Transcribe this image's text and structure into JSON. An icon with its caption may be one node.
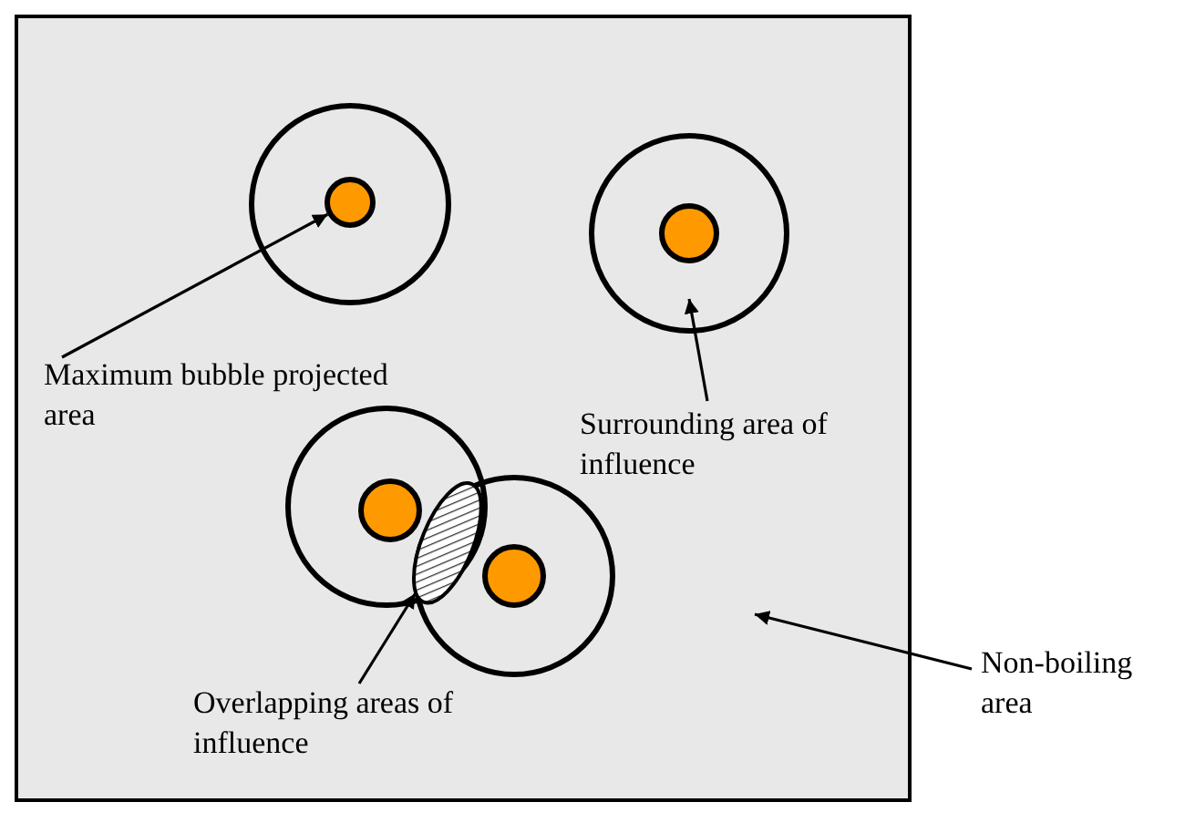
{
  "diagram": {
    "nodes": [
      {
        "text": [],
        "shape": "circle"
      },
      {
        "text": [],
        "shape": "ring"
      },
      {
        "text": [
          "Maximum bubble projected area"
        ]
      },
      {
        "text": [
          "Surrounding area of influence"
        ]
      },
      {
        "text": [],
        "shape": "ellipse"
      },
      {
        "text": [
          "Non-boiling area"
        ]
      },
      {
        "text": [
          "Overlapping areas of influence"
        ]
      }
    ],
    "edges": [
      {
        "from": 2,
        "to": 0,
        "arrow": "to"
      },
      {
        "from": 3,
        "to": 1,
        "arrow": "to"
      },
      {
        "from": 6,
        "to": 4,
        "arrow": "to"
      },
      {
        "from": 5,
        "to": null,
        "arrow": "to"
      }
    ]
  }
}
